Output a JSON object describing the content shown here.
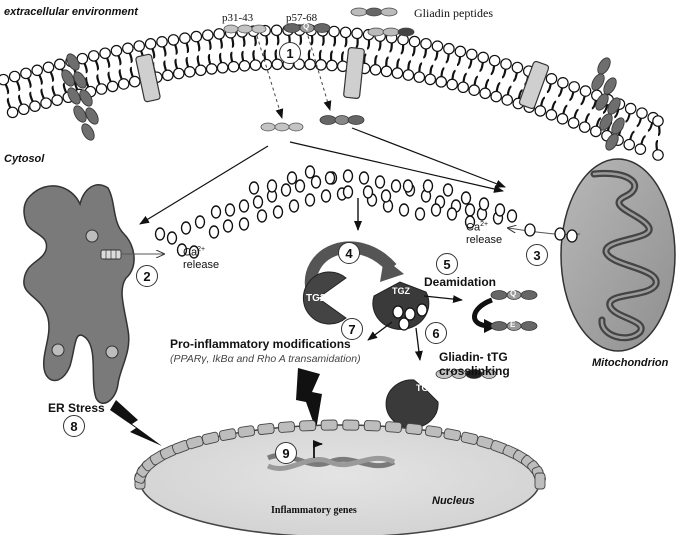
{
  "labels": {
    "extracellular": "extracellular environment",
    "cytosol": "Cytosol",
    "p31": "p31-43",
    "p57": "p57-68",
    "gliadin_peptides": "Gliadin peptides",
    "ca_release_left_ca": "Ca",
    "ca_release_left_sup": "2+",
    "ca_release_left_word": "release",
    "ca_release_right_ca": "Ca",
    "ca_release_right_sup": "2+",
    "ca_release_right_word": "release",
    "deamidation": "Deamidation",
    "tg2": "TG2",
    "tgz_a": "TGZ",
    "tgz_b": "TGZ",
    "q_top": "Q",
    "q_right": "Q",
    "e_right": "E",
    "crosslinking_1": "Gliadin- tTG",
    "crosslinking_2": "crosslinking",
    "pro_inflammatory": "Pro-inflammatory modifications",
    "pro_inflammatory_sub": "(PPARγ, IkBα and Rho A transamidation)",
    "mitochondrion": "Mitochondrion",
    "er_stress": "ER Stress",
    "nucleus": "Nucleus",
    "inflammatory_genes": "Inflammatory genes"
  },
  "steps": [
    "1",
    "2",
    "3",
    "4",
    "5",
    "6",
    "7",
    "8",
    "9"
  ]
}
